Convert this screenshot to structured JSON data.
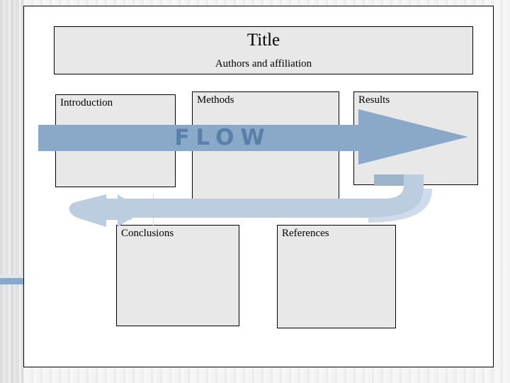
{
  "meta": {
    "slide_kind": "poster-layout-template",
    "accent_blue": "#8aa8c8",
    "flow_text_blue": "#5a7fa8",
    "box_fill": "#e8e8e8",
    "page_background": "#ffffff"
  },
  "title_block": {
    "title": "Title",
    "subtitle": "Authors and affiliation"
  },
  "boxes": [
    {
      "id": "introduction",
      "label": "Introduction"
    },
    {
      "id": "methods",
      "label": "Methods"
    },
    {
      "id": "results",
      "label": "Results"
    },
    {
      "id": "conclusions",
      "label": "Conclusions"
    },
    {
      "id": "references",
      "label": "References"
    }
  ],
  "flow_graphic": {
    "word": "FLOW",
    "band_color": "#8aa8c8",
    "word_color": "#5a7fa8",
    "arrow_direction": "right",
    "return_arrow_direction": "left"
  }
}
